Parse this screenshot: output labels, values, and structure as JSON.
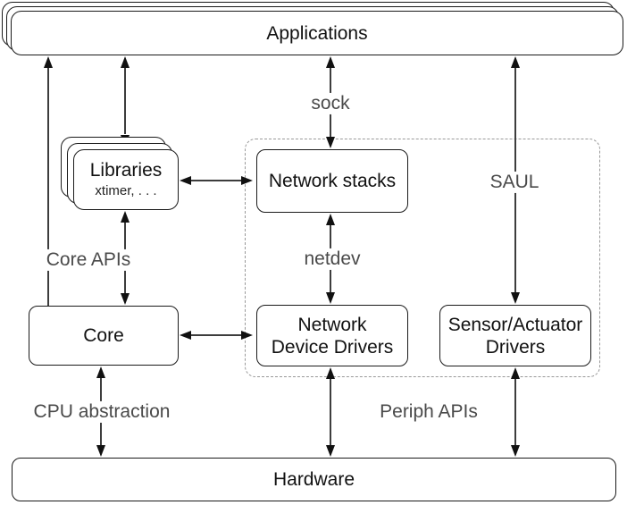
{
  "diagram": {
    "boxes": {
      "applications": {
        "label": "Applications"
      },
      "libraries": {
        "label": "Libraries",
        "sublabel": "xtimer, . . ."
      },
      "network_stacks": {
        "label": "Network stacks"
      },
      "core": {
        "label": "Core"
      },
      "network_device_drivers": {
        "line1": "Network",
        "line2": "Device Drivers"
      },
      "sensor_actuator_drivers": {
        "line1": "Sensor/Actuator",
        "line2": "Drivers"
      },
      "hardware": {
        "label": "Hardware"
      }
    },
    "edge_labels": {
      "sock": "sock",
      "saul": "SAUL",
      "netdev": "netdev",
      "core_apis": "Core APIs",
      "cpu_abstraction": "CPU abstraction",
      "periph_apis": "Periph APIs"
    },
    "colors": {
      "background": "#ffffff",
      "box_border": "#1a1a1a",
      "box_fill": "#ffffff",
      "line": "#3d3d3d",
      "arrowhead": "#111111",
      "edge_label_text": "#4a4a4a",
      "dashed_border": "#999999"
    }
  }
}
